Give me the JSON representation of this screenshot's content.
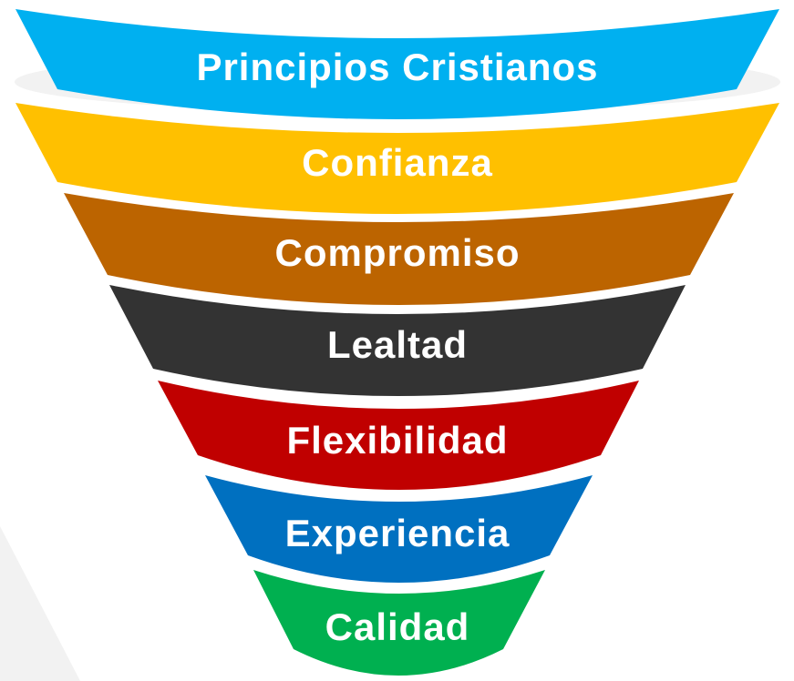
{
  "funnel": {
    "stages": [
      {
        "label": "Principios Cristianos",
        "color": "#00B0F0"
      },
      {
        "label": "Confianza",
        "color": "#FFC000"
      },
      {
        "label": "Compromiso",
        "color": "#BC6400"
      },
      {
        "label": "Lealtad",
        "color": "#333333"
      },
      {
        "label": "Flexibilidad",
        "color": "#C00000"
      },
      {
        "label": "Experiencia",
        "color": "#0070C0"
      },
      {
        "label": "Calidad",
        "color": "#00B050"
      }
    ],
    "shadow_color": "#F2F2F2"
  }
}
